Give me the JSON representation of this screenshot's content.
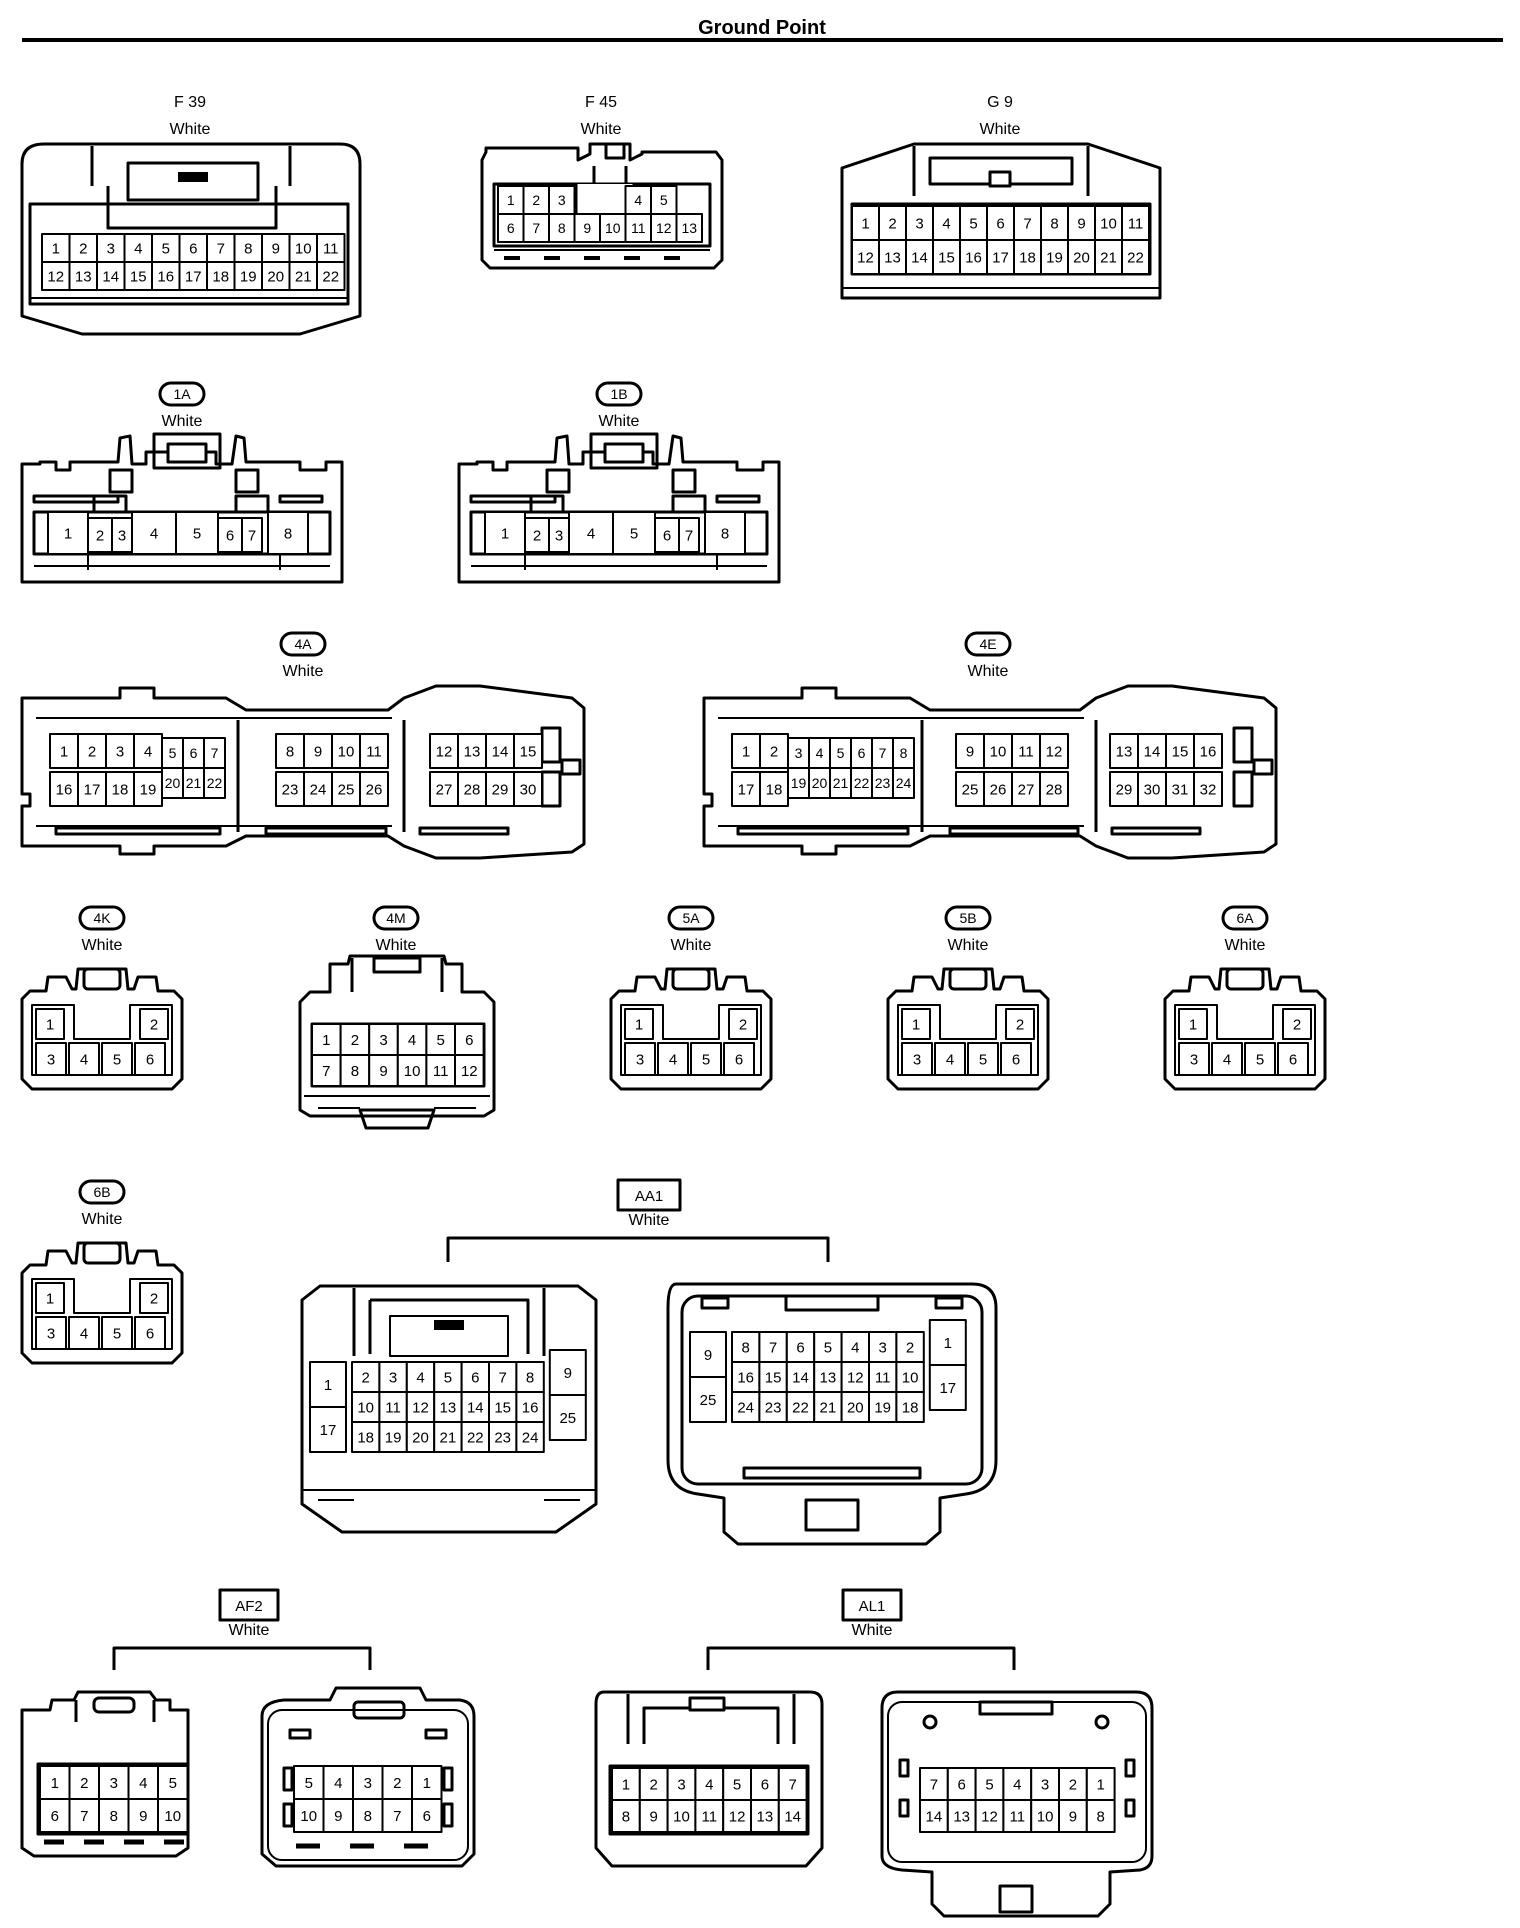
{
  "page": {
    "title": "Ground Point"
  },
  "connectors": {
    "F39": {
      "name": "F 39",
      "color": "White",
      "rows": [
        [
          "1",
          "2",
          "3",
          "4",
          "5",
          "6",
          "7",
          "8",
          "9",
          "10",
          "11"
        ],
        [
          "12",
          "13",
          "14",
          "15",
          "16",
          "17",
          "18",
          "19",
          "20",
          "21",
          "22"
        ]
      ]
    },
    "F45": {
      "name": "F 45",
      "color": "White",
      "rows": [
        [
          "1",
          "2",
          "3",
          "",
          "",
          "4",
          "5"
        ],
        [
          "6",
          "7",
          "8",
          "9",
          "10",
          "11",
          "12",
          "13"
        ]
      ]
    },
    "G9": {
      "name": "G 9",
      "color": "White",
      "rows": [
        [
          "1",
          "2",
          "3",
          "4",
          "5",
          "6",
          "7",
          "8",
          "9",
          "10",
          "11"
        ],
        [
          "12",
          "13",
          "14",
          "15",
          "16",
          "17",
          "18",
          "19",
          "20",
          "21",
          "22"
        ]
      ]
    },
    "1A": {
      "name": "1A",
      "color": "White",
      "pins": [
        "1",
        "2",
        "3",
        "4",
        "5",
        "6",
        "7",
        "8"
      ]
    },
    "1B": {
      "name": "1B",
      "color": "White",
      "pins": [
        "1",
        "2",
        "3",
        "4",
        "5",
        "6",
        "7",
        "8"
      ]
    },
    "4A": {
      "name": "4A",
      "color": "White",
      "blocks": [
        [
          [
            "1",
            "2",
            "3",
            "4",
            "5",
            "6",
            "7"
          ],
          [
            "16",
            "17",
            "18",
            "19",
            "20",
            "21",
            "22"
          ]
        ],
        [
          [
            "8",
            "9",
            "10",
            "11"
          ],
          [
            "23",
            "24",
            "25",
            "26"
          ]
        ],
        [
          [
            "12",
            "13",
            "14",
            "15"
          ],
          [
            "27",
            "28",
            "29",
            "30"
          ]
        ]
      ]
    },
    "4E": {
      "name": "4E",
      "color": "White",
      "blocks": [
        [
          [
            "1",
            "2",
            "3",
            "4",
            "5",
            "6",
            "7",
            "8"
          ],
          [
            "17",
            "18",
            "19",
            "20",
            "21",
            "22",
            "23",
            "24"
          ]
        ],
        [
          [
            "9",
            "10",
            "11",
            "12"
          ],
          [
            "25",
            "26",
            "27",
            "28"
          ]
        ],
        [
          [
            "13",
            "14",
            "15",
            "16"
          ],
          [
            "29",
            "30",
            "31",
            "32"
          ]
        ]
      ]
    },
    "4K": {
      "name": "4K",
      "color": "White",
      "top": [
        "1",
        "2"
      ],
      "bottom": [
        "3",
        "4",
        "5",
        "6"
      ]
    },
    "4M": {
      "name": "4M",
      "color": "White",
      "rows": [
        [
          "1",
          "2",
          "3",
          "4",
          "5",
          "6"
        ],
        [
          "7",
          "8",
          "9",
          "10",
          "11",
          "12"
        ]
      ]
    },
    "5A": {
      "name": "5A",
      "color": "White",
      "top": [
        "1",
        "2"
      ],
      "bottom": [
        "3",
        "4",
        "5",
        "6"
      ]
    },
    "5B": {
      "name": "5B",
      "color": "White",
      "top": [
        "1",
        "2"
      ],
      "bottom": [
        "3",
        "4",
        "5",
        "6"
      ]
    },
    "6A": {
      "name": "6A",
      "color": "White",
      "top": [
        "1",
        "2"
      ],
      "bottom": [
        "3",
        "4",
        "5",
        "6"
      ]
    },
    "6B": {
      "name": "6B",
      "color": "White",
      "top": [
        "1",
        "2"
      ],
      "bottom": [
        "3",
        "4",
        "5",
        "6"
      ]
    },
    "AA1": {
      "name": "AA1",
      "color": "White",
      "male": {
        "side_left": [
          "1",
          "17"
        ],
        "side_right": [
          "9",
          "25"
        ],
        "rows": [
          [
            "2",
            "3",
            "4",
            "5",
            "6",
            "7",
            "8"
          ],
          [
            "10",
            "11",
            "12",
            "13",
            "14",
            "15",
            "16"
          ],
          [
            "18",
            "19",
            "20",
            "21",
            "22",
            "23",
            "24"
          ]
        ]
      },
      "female": {
        "side_left": [
          "9",
          "25"
        ],
        "side_right": [
          "1",
          "17"
        ],
        "rows": [
          [
            "8",
            "7",
            "6",
            "5",
            "4",
            "3",
            "2"
          ],
          [
            "16",
            "15",
            "14",
            "13",
            "12",
            "11",
            "10"
          ],
          [
            "24",
            "23",
            "22",
            "21",
            "20",
            "19",
            "18"
          ]
        ]
      }
    },
    "AF2": {
      "name": "AF2",
      "color": "White",
      "male": [
        [
          "1",
          "2",
          "3",
          "4",
          "5"
        ],
        [
          "6",
          "7",
          "8",
          "9",
          "10"
        ]
      ],
      "female": [
        [
          "5",
          "4",
          "3",
          "2",
          "1"
        ],
        [
          "10",
          "9",
          "8",
          "7",
          "6"
        ]
      ]
    },
    "AL1": {
      "name": "AL1",
      "color": "White",
      "male": [
        [
          "1",
          "2",
          "3",
          "4",
          "5",
          "6",
          "7"
        ],
        [
          "8",
          "9",
          "10",
          "11",
          "12",
          "13",
          "14"
        ]
      ],
      "female": [
        [
          "7",
          "6",
          "5",
          "4",
          "3",
          "2",
          "1"
        ],
        [
          "14",
          "13",
          "12",
          "11",
          "10",
          "9",
          "8"
        ]
      ]
    }
  }
}
